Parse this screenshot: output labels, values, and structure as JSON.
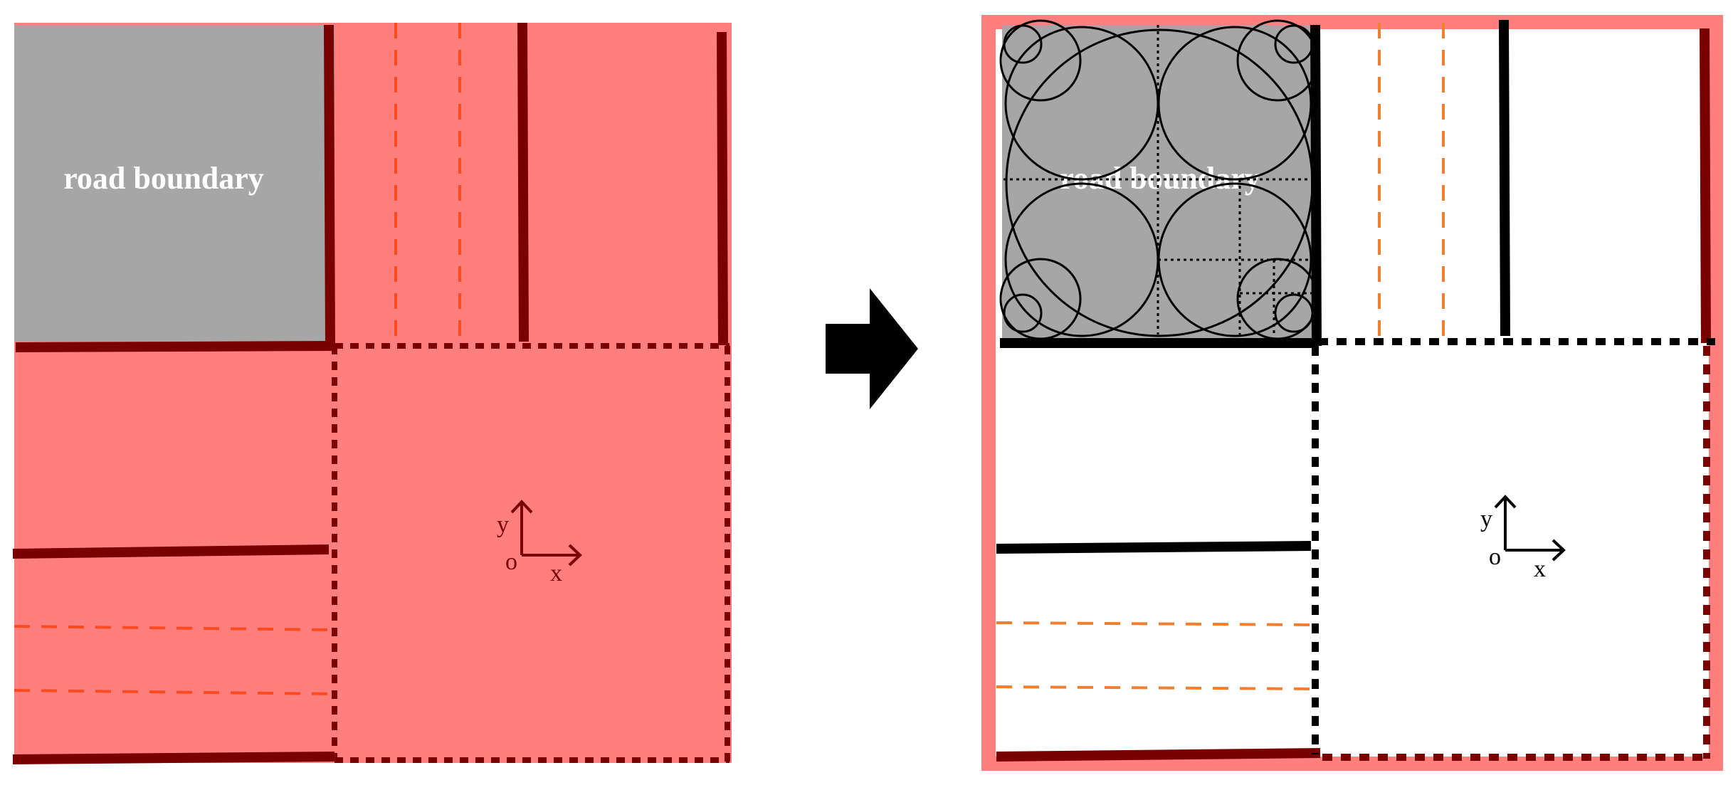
{
  "left_panel": {
    "region_label": "road boundary",
    "axis": {
      "x_label": "x",
      "y_label": "y",
      "origin_label": "o"
    }
  },
  "right_panel": {
    "region_label": "road boundary",
    "axis": {
      "x_label": "x",
      "y_label": "y",
      "origin_label": "o"
    }
  },
  "colors": {
    "drivable_fill": "#ff7f7f",
    "road_boundary_fill": "#a6a6a6",
    "boundary_line_left": "#7a0000",
    "boundary_line_right": "#000000",
    "lane_dash_left": "#ff4a1f",
    "lane_dash_right": "#f08030",
    "transform_arrow": "#000000"
  }
}
